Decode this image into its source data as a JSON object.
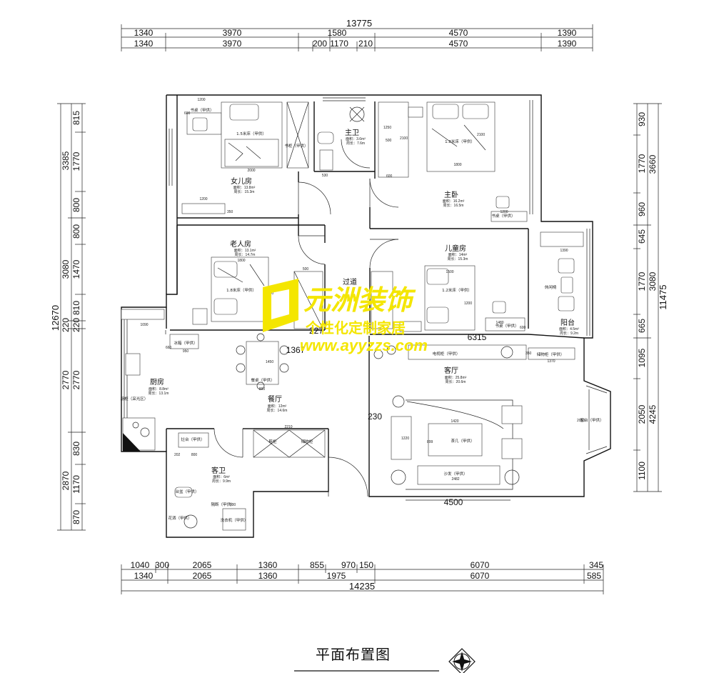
{
  "title": "平面布置图",
  "watermark": {
    "brand": "元洲装饰",
    "slogan": "个性化定制家居",
    "url": "www.ayyzzs.com"
  },
  "dimensions": {
    "top_total": "13775",
    "top_row1": [
      "1340",
      "3970",
      "1580",
      "4570",
      "1390"
    ],
    "top_row2": [
      "1340",
      "3970",
      "200",
      "1170",
      "210",
      "4570",
      "1390"
    ],
    "bottom_row1": [
      "1040",
      "300",
      "2065",
      "1360",
      "855",
      "970",
      "150",
      "6070",
      "345"
    ],
    "bottom_row2": [
      "1340",
      "2065",
      "1360",
      "1975",
      "6070",
      "585"
    ],
    "bottom_total": "14235",
    "left_total": "12670",
    "left_outer": [
      "3385",
      "3080",
      "220",
      "2770",
      "2870"
    ],
    "left_inner": [
      "815",
      "1770",
      "800",
      "800",
      "1470",
      "810",
      "220",
      "2770",
      "830",
      "1170",
      "870"
    ],
    "right_total": "11475",
    "right_outer": [
      "3660",
      "3080",
      "4245"
    ],
    "right_inner": [
      "930",
      "1770",
      "960",
      "645",
      "1770",
      "665",
      "1095",
      "2050",
      "1100"
    ],
    "interior": {
      "d227": "227",
      "d1367": "1367",
      "d6315": "6315",
      "d230": "230",
      "d4500": "4500"
    }
  },
  "rooms": {
    "daughter": {
      "name": "女儿房",
      "area": "面积：13.8m²",
      "perim": "周长：15.3m"
    },
    "master_bath": {
      "name": "主卫",
      "area": "面积：3.6m²",
      "perim": "周长：7.6m"
    },
    "master": {
      "name": "主卧",
      "area": "面积：16.2m²",
      "perim": "周长：16.5m"
    },
    "elder": {
      "name": "老人房",
      "area": "面积：13.1m²",
      "perim": "周长：14.7m"
    },
    "corridor": {
      "name": "过道"
    },
    "child": {
      "name": "儿童房",
      "area": "面积：14m²",
      "perim": "周长：15.3m"
    },
    "balcony": {
      "name": "阳台",
      "area": "面积：4.5m²",
      "perim": "周长：9.2m"
    },
    "kitchen": {
      "name": "厨房",
      "area": "面积：8.8m²",
      "perim": "周长：13.1m"
    },
    "dining": {
      "name": "餐厅",
      "area": "面积：12m²",
      "perim": "周长：14.6m"
    },
    "living": {
      "name": "客厅",
      "area": "面积：25.8m²",
      "perim": "周长：20.6m"
    },
    "guest_bath": {
      "name": "客卫",
      "area": "面积：6m²",
      "perim": "周长：9.9m"
    }
  },
  "furniture": {
    "desk_d": "书桌（甲供）",
    "bed_d": "1.5米床（甲供）",
    "wardrobe_d": "书柜（甲供）",
    "bed_m": "1.8米床（甲供）",
    "desk_m": "书桌（甲供）",
    "bed_e": "1.8米床（甲供）",
    "bed_c": "1.2米床（甲供）",
    "desk_c": "书桌（甲供）",
    "leisure": "休闲椅",
    "fridge": "冰箱（甲供）",
    "dining_table": "餐桌（甲供）",
    "tv_cabinet": "电视柜（甲供）",
    "tea_table": "茶几（甲供）",
    "sofa": "沙发（甲供）",
    "shoe_cabinet": "鞋柜",
    "wine_cabinet": "储物柜",
    "washer": "洗衣机（甲供）",
    "basin": "台盆（甲供）",
    "partition": "隔断（甲供）",
    "shower": "花洒（甲供）",
    "kitchen_counter": "厨柜（采光区）",
    "stove": "灶台（甲供）",
    "bay": "窗台（甲供）",
    "storage_b": "储物柜（甲供）"
  },
  "furniture_dims": {
    "n1200a": "1200",
    "n600a": "600",
    "n2000": "2000",
    "n1200b": "1200",
    "n350a": "350",
    "n530": "530",
    "n1250": "1250",
    "n500": "500",
    "n2100a": "2100",
    "n600b": "600",
    "n1800": "1800",
    "n2100b": "2100",
    "n1200c": "1200",
    "n1390": "1390",
    "n1800b": "1800",
    "n2100c": "2100",
    "n500b": "500",
    "n1500": "1500",
    "n1480": "1480",
    "n600c": "600",
    "n1200d": "1200",
    "n1090": "1090",
    "n950": "950",
    "n660": "660",
    "n1450": "1450",
    "n800": "800",
    "n1370": "1370",
    "n2050": "2050",
    "n1420": "1420",
    "n899": "899",
    "n1220": "1220",
    "n2482": "2482",
    "n2210": "2210",
    "n202": "202",
    "n800b": "800",
    "n600d": "600",
    "n350b": "350"
  }
}
